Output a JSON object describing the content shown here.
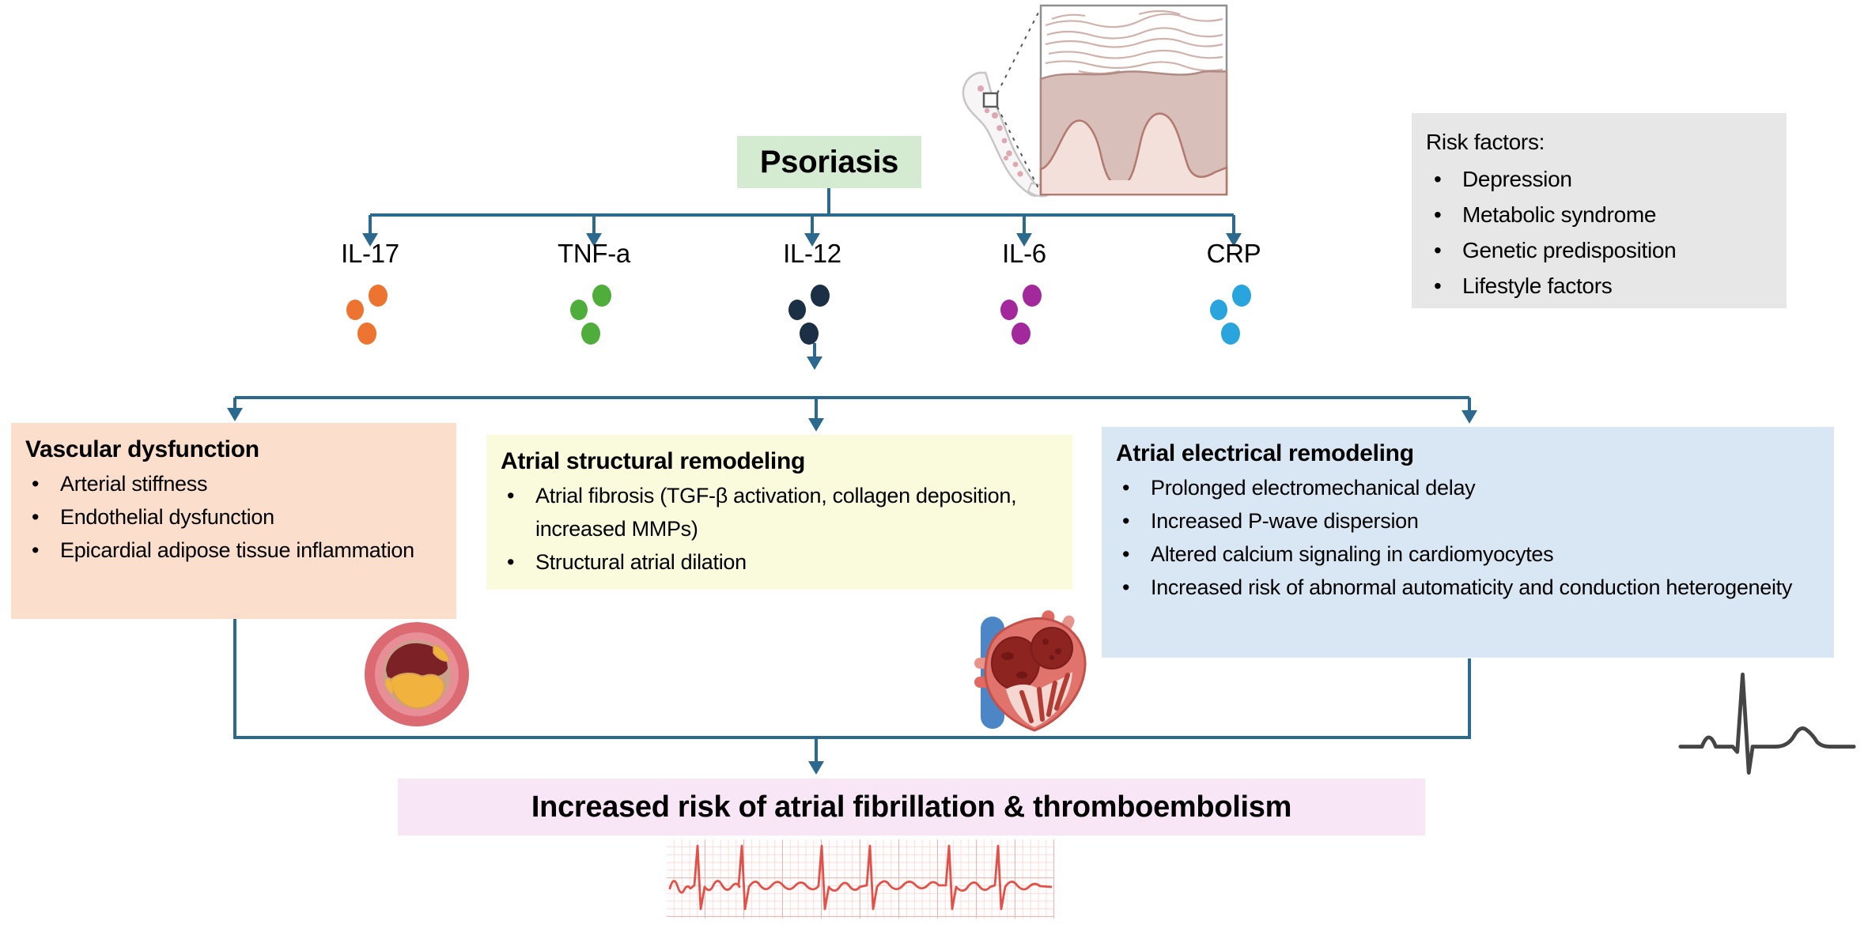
{
  "root_node": {
    "label": "Psoriasis",
    "bg": "#d5ebd1"
  },
  "risk_factors": {
    "title": "Risk factors:",
    "items": [
      "Depression",
      "Metabolic syndrome",
      "Genetic predisposition",
      "Lifestyle factors"
    ],
    "bg": "#e7e7e7"
  },
  "mediators": [
    {
      "label": "IL-17",
      "color": "#ed7430"
    },
    {
      "label": "TNF-a",
      "color": "#4fae3b"
    },
    {
      "label": "IL-12",
      "color": "#1b2f45"
    },
    {
      "label": "IL-6",
      "color": "#a3289c"
    },
    {
      "label": "CRP",
      "color": "#2aa4dc"
    }
  ],
  "pathways": [
    {
      "title": "Vascular dysfunction",
      "items": [
        "Arterial stiffness",
        "Endothelial dysfunction",
        "Epicardial adipose tissue inflammation"
      ],
      "bg": "#fbdfcc"
    },
    {
      "title": "Atrial structural remodeling",
      "items": [
        "Atrial fibrosis (TGF-β activation, collagen deposition, increased MMPs)",
        "Structural atrial dilation"
      ],
      "bg": "#fafadd"
    },
    {
      "title": "Atrial electrical remodeling",
      "items": [
        "Prolonged electromechanical delay",
        "Increased P-wave dispersion",
        "Altered calcium signaling in cardiomyocytes",
        "Increased risk of abnormal automaticity and conduction heterogeneity"
      ],
      "bg": "#d9e7f4"
    }
  ],
  "outcome": {
    "label": "Increased risk of atrial fibrillation & thromboembolism",
    "bg": "#f8e6f6"
  },
  "icons": {
    "skin": "psoriasis-skin-histology-illustration",
    "artery": "occluded-artery-cross-section",
    "heart": "heart-cross-section",
    "afib_strip": "atrial-fibrillation-ecg-strip",
    "normal_ecg": "single-beat-ecg-trace"
  },
  "colors": {
    "connector": "#2b6a8e",
    "ecg_red": "#e25048",
    "ecg_grid_small": "#f7d3cf",
    "ecg_grid_big": "#f0aca4",
    "ecg_dark": "#454545"
  }
}
